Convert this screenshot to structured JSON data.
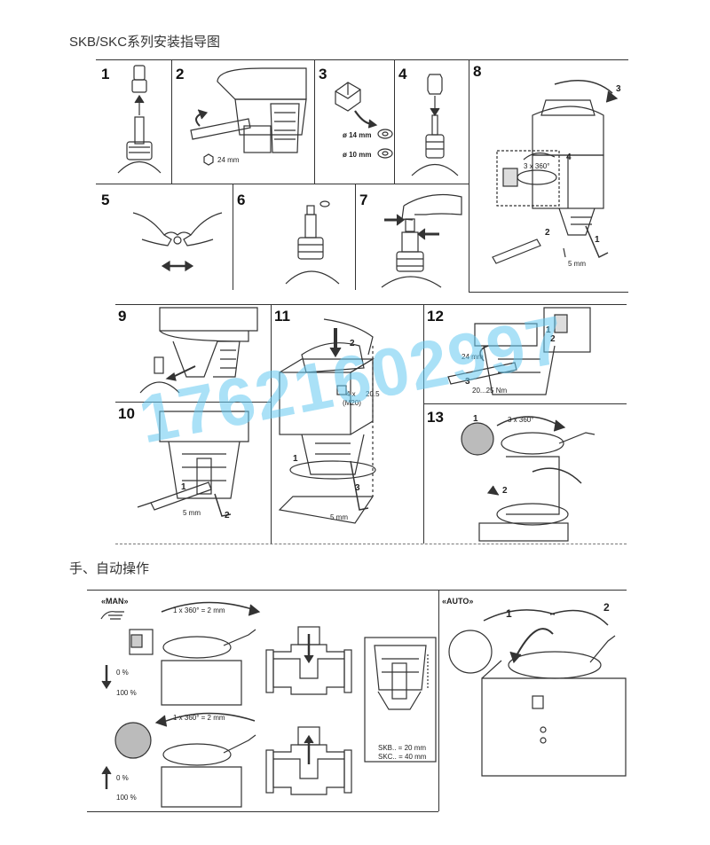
{
  "doc": {
    "title_install": "SKB/SKC系列安装指导图",
    "title_manual": "手、自动操作"
  },
  "steps": {
    "s1": "1",
    "s2": "2",
    "s3": "3",
    "s4": "4",
    "s5": "5",
    "s6": "6",
    "s7": "7",
    "s8": "8",
    "s9": "9",
    "s10": "10",
    "s11": "11",
    "s12": "12",
    "s13": "13"
  },
  "labels": {
    "wrench_24": "24 mm",
    "dia14": "ø 14 mm",
    "dia10": "ø 10 mm",
    "step8_turns": "3 x 360°",
    "step8_hex": "5 mm",
    "step8_n1": "1",
    "step8_n2": "2",
    "step8_n3": "3",
    "step8_n4": "4",
    "step10_hex": "5 mm",
    "step10_n1": "1",
    "step10_n2": "2",
    "step11_n1": "1",
    "step11_n2": "2",
    "step11_n3": "3",
    "step11_thread": "4 x",
    "step11_m20": "(M20)",
    "step11_dim": "20.5",
    "step11_hex": "5 mm",
    "step12_wrench": "24 mm",
    "step12_torque": "20...25 Nm",
    "step12_n1": "1",
    "step12_n2": "2",
    "step12_n3": "3",
    "step13_turns": "3 x 360°",
    "step13_n1": "1",
    "step13_n2": "2"
  },
  "manual": {
    "man_tag": "«MAN»",
    "auto_tag": "«AUTO»",
    "turn_rule": "1 x 360° = 2 mm",
    "turn_rule2": "1 x 360° = 2 mm",
    "pct0_a": "0 %",
    "pct100_a": "100 %",
    "pct0_b": "0 %",
    "pct100_b": "100 %",
    "stroke_skb": "SKB.. = 20 mm",
    "stroke_skc": "SKC.. = 40 mm",
    "auto_n1": "1",
    "auto_n2": "2"
  },
  "watermark": {
    "text": "17621602997",
    "color": "#64c8f0"
  }
}
